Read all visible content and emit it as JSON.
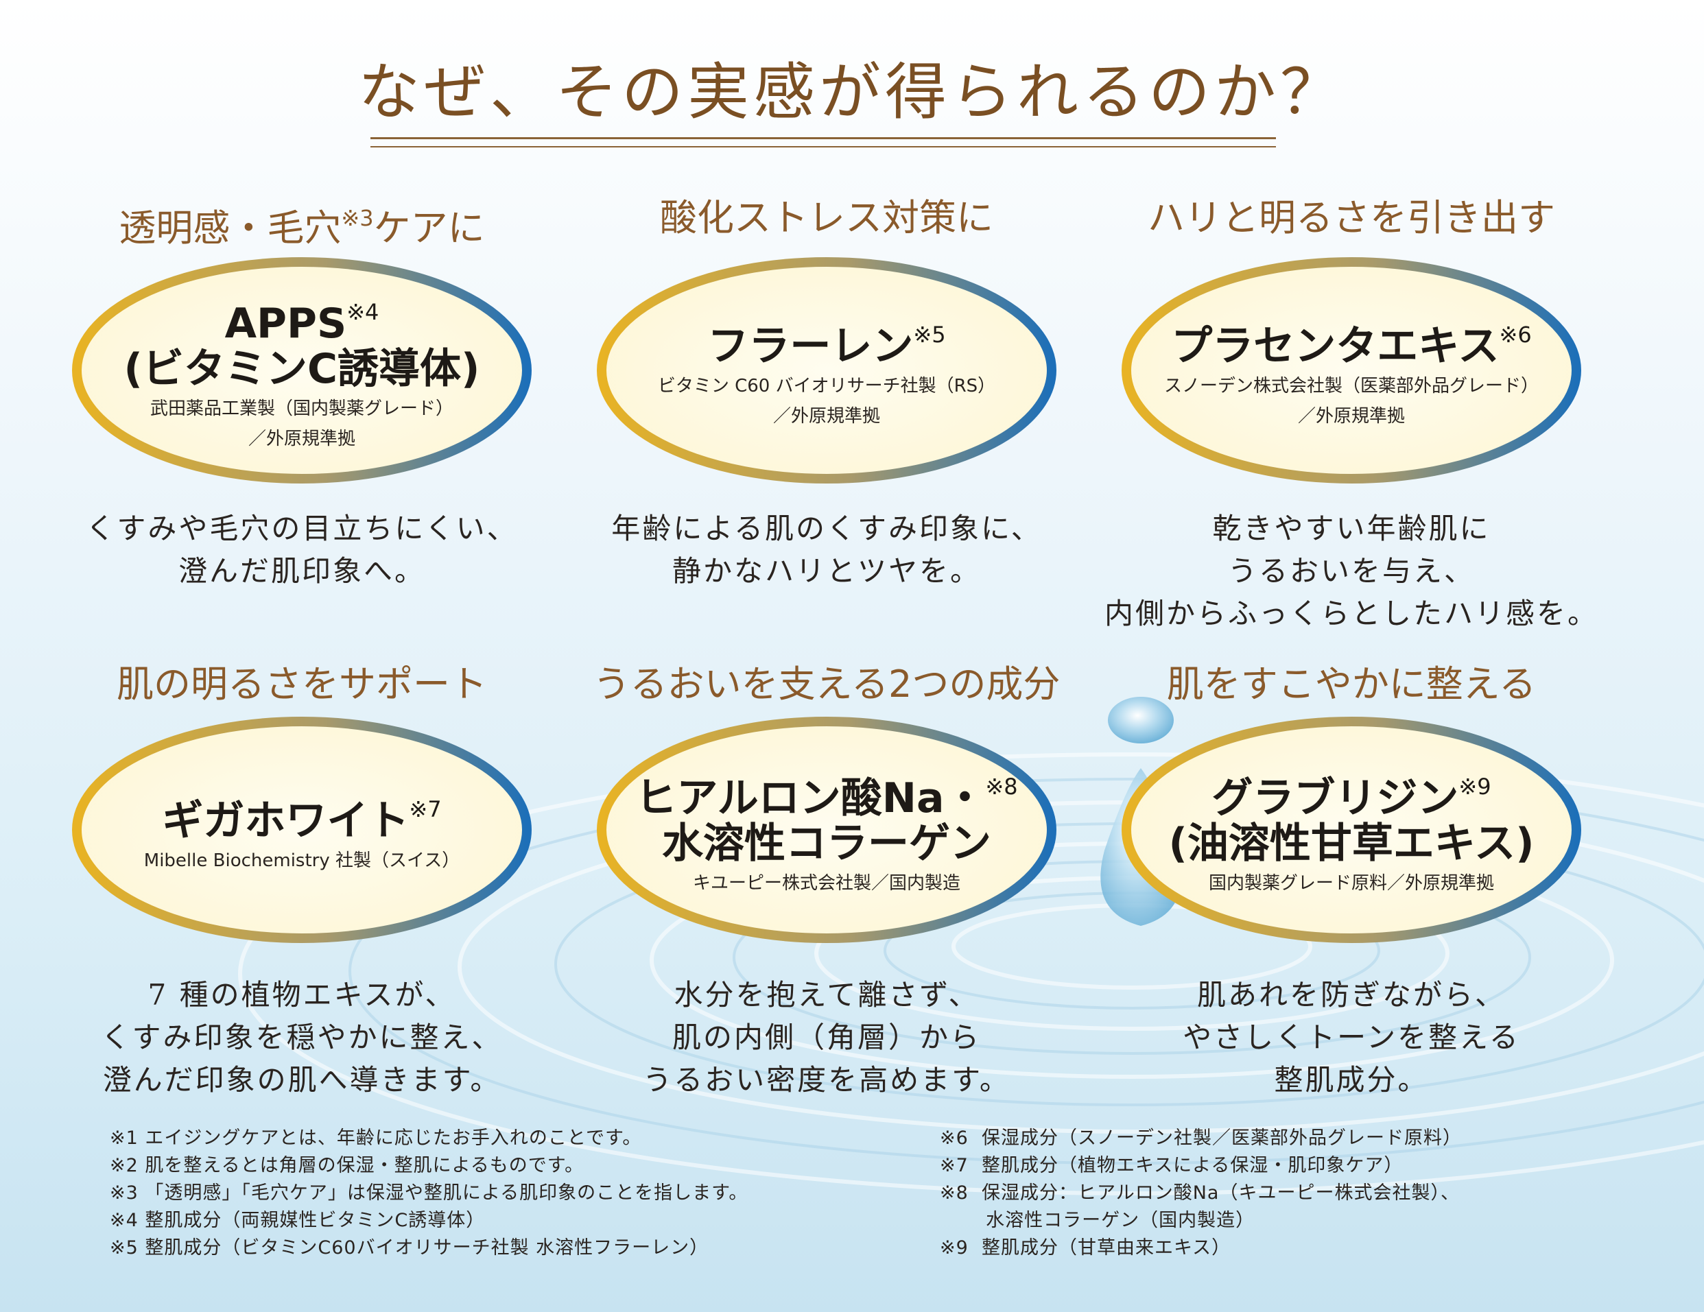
{
  "title": "なぜ、その実感が得られるのか？",
  "items": [
    {
      "heading": "透明感・毛穴",
      "heading_sup": "※3",
      "heading_tail": "ケアに",
      "name_lines": [
        "APPS",
        "(ビタミンC誘導体)"
      ],
      "name_sup": "※4",
      "sub_lines": [
        "武田薬品工業製（国内製薬グレード）",
        "／外原規準拠"
      ],
      "desc_lines": [
        "くすみや毛穴の目立ちにくい、",
        "澄んだ肌印象へ。"
      ]
    },
    {
      "heading": "酸化ストレス対策に",
      "heading_sup": "",
      "heading_tail": "",
      "name_lines": [
        "フラーレン"
      ],
      "name_sup": "※5",
      "sub_lines": [
        "ビタミン C60 バイオリサーチ社製（RS）",
        "／外原規準拠"
      ],
      "desc_lines": [
        "年齢による肌のくすみ印象に、",
        "静かなハリとツヤを。"
      ]
    },
    {
      "heading": "ハリと明るさを引き出す",
      "heading_sup": "",
      "heading_tail": "",
      "name_lines": [
        "プラセンタエキス"
      ],
      "name_sup": "※6",
      "sub_lines": [
        "スノーデン株式会社製（医薬部外品グレード）",
        "／外原規準拠"
      ],
      "desc_lines": [
        "乾きやすい年齢肌に",
        "うるおいを与え、",
        "内側からふっくらとしたハリ感を。"
      ]
    },
    {
      "heading": "肌の明るさをサポート",
      "heading_sup": "",
      "heading_tail": "",
      "name_lines": [
        "ギガホワイト"
      ],
      "name_sup": "※7",
      "sub_lines": [
        "Mibelle Biochemistry 社製（スイス）"
      ],
      "desc_lines": [
        "7 種の植物エキスが、",
        "くすみ印象を穏やかに整え、",
        "澄んだ印象の肌へ導きます。"
      ]
    },
    {
      "heading": "うるおいを支える2つの成分",
      "heading_sup": "",
      "heading_tail": "",
      "name_lines": [
        "ヒアルロン酸Na・",
        "水溶性コラーゲン"
      ],
      "name_sup": "※8",
      "sub_lines": [
        "キユーピー株式会社製／国内製造"
      ],
      "desc_lines": [
        "水分を抱えて離さず、",
        "肌の内側（角層）から",
        "うるおい密度を高めます。"
      ]
    },
    {
      "heading": "肌をすこやかに整える",
      "heading_sup": "",
      "heading_tail": "",
      "name_lines": [
        "グラブリジン",
        "(油溶性甘草エキス)"
      ],
      "name_sup": "※9",
      "sub_lines": [
        "国内製薬グレード原料／外原規準拠"
      ],
      "desc_lines": [
        "肌あれを防ぎながら、",
        "やさしくトーンを整える",
        "整肌成分。"
      ]
    }
  ],
  "notes_left": [
    "※1  エイジングケアとは、年齢に応じたお手入れのことです。",
    "※2  肌を整えるとは角層の保湿・整肌によるものです。",
    "※3 「透明感」「毛穴ケア」は保湿や整肌による肌印象のことを指します。",
    "※4  整肌成分（両親媒性ビタミンC誘導体）",
    "※5  整肌成分（ビタミンC60バイオリサーチ社製 水溶性フラーレン）"
  ],
  "notes_right": [
    "※6  保湿成分（スノーデン社製／医薬部外品グレード原料）",
    "※7  整肌成分（植物エキスによる保湿・肌印象ケア）",
    "※8  保湿成分：ヒアルロン酸Na（キユーピー株式会社製）、",
    "       水溶性コラーゲン（国内製造）",
    "※9  整肌成分（甘草由来エキス）"
  ],
  "colors": {
    "title": "#7a4f23",
    "heading": "#8a5a2b",
    "oval_fill": "#fdf6d6",
    "ring_gold": "#e8b324",
    "ring_blue": "#1d6fb8",
    "water": "#cfe7f3"
  },
  "icons": {
    "water-drop": "water-drop-icon"
  }
}
